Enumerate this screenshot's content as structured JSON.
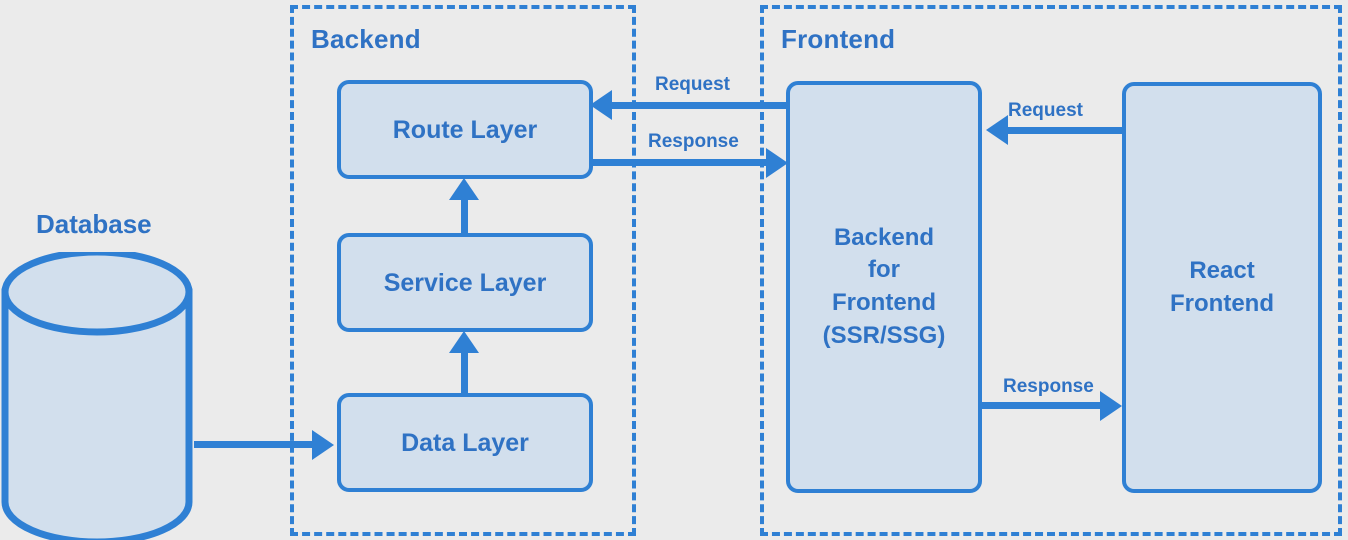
{
  "diagram": {
    "background_color": "#ebebeb",
    "accent_color": "#2f80d4",
    "text_color": "#2f72c4",
    "node_fill_color": "#d2dfed",
    "groups": [
      {
        "id": "backend",
        "label": "Backend"
      },
      {
        "id": "frontend",
        "label": "Frontend"
      }
    ],
    "database": {
      "label": "Database",
      "shape": "cylinder"
    },
    "nodes": [
      {
        "id": "route-layer",
        "label": "Route Layer"
      },
      {
        "id": "service-layer",
        "label": "Service Layer"
      },
      {
        "id": "data-layer",
        "label": "Data Layer"
      },
      {
        "id": "bff",
        "label_lines": [
          "Backend",
          "for",
          "Frontend",
          "(SSR/SSG)"
        ]
      },
      {
        "id": "react-frontend",
        "label_lines": [
          "React",
          "Frontend"
        ]
      }
    ],
    "node_labels": {
      "route_layer": "Route Layer",
      "service_layer": "Service Layer",
      "data_layer": "Data Layer",
      "bff_line1": "Backend",
      "bff_line2": "for",
      "bff_line3": "Frontend",
      "bff_line4": "(SSR/SSG)",
      "react_line1": "React",
      "react_line2": "Frontend"
    },
    "connections": [
      {
        "id": "db-to-data-layer",
        "from": "database",
        "to": "data-layer",
        "label": "",
        "direction": "right"
      },
      {
        "id": "data-to-service",
        "from": "data-layer",
        "to": "service-layer",
        "label": "",
        "direction": "up"
      },
      {
        "id": "service-to-route",
        "from": "service-layer",
        "to": "route-layer",
        "label": "",
        "direction": "up"
      },
      {
        "id": "bff-request-to-route",
        "from": "bff",
        "to": "route-layer",
        "label": "Request",
        "direction": "left"
      },
      {
        "id": "route-response-to-bff",
        "from": "route-layer",
        "to": "bff",
        "label": "Response",
        "direction": "right"
      },
      {
        "id": "react-request-to-bff",
        "from": "react-frontend",
        "to": "bff",
        "label": "Request",
        "direction": "left"
      },
      {
        "id": "bff-response-to-react",
        "from": "bff",
        "to": "react-frontend",
        "label": "Response",
        "direction": "right"
      }
    ],
    "connection_labels": {
      "request_backend": "Request",
      "response_backend": "Response",
      "request_frontend": "Request",
      "response_frontend": "Response"
    }
  }
}
